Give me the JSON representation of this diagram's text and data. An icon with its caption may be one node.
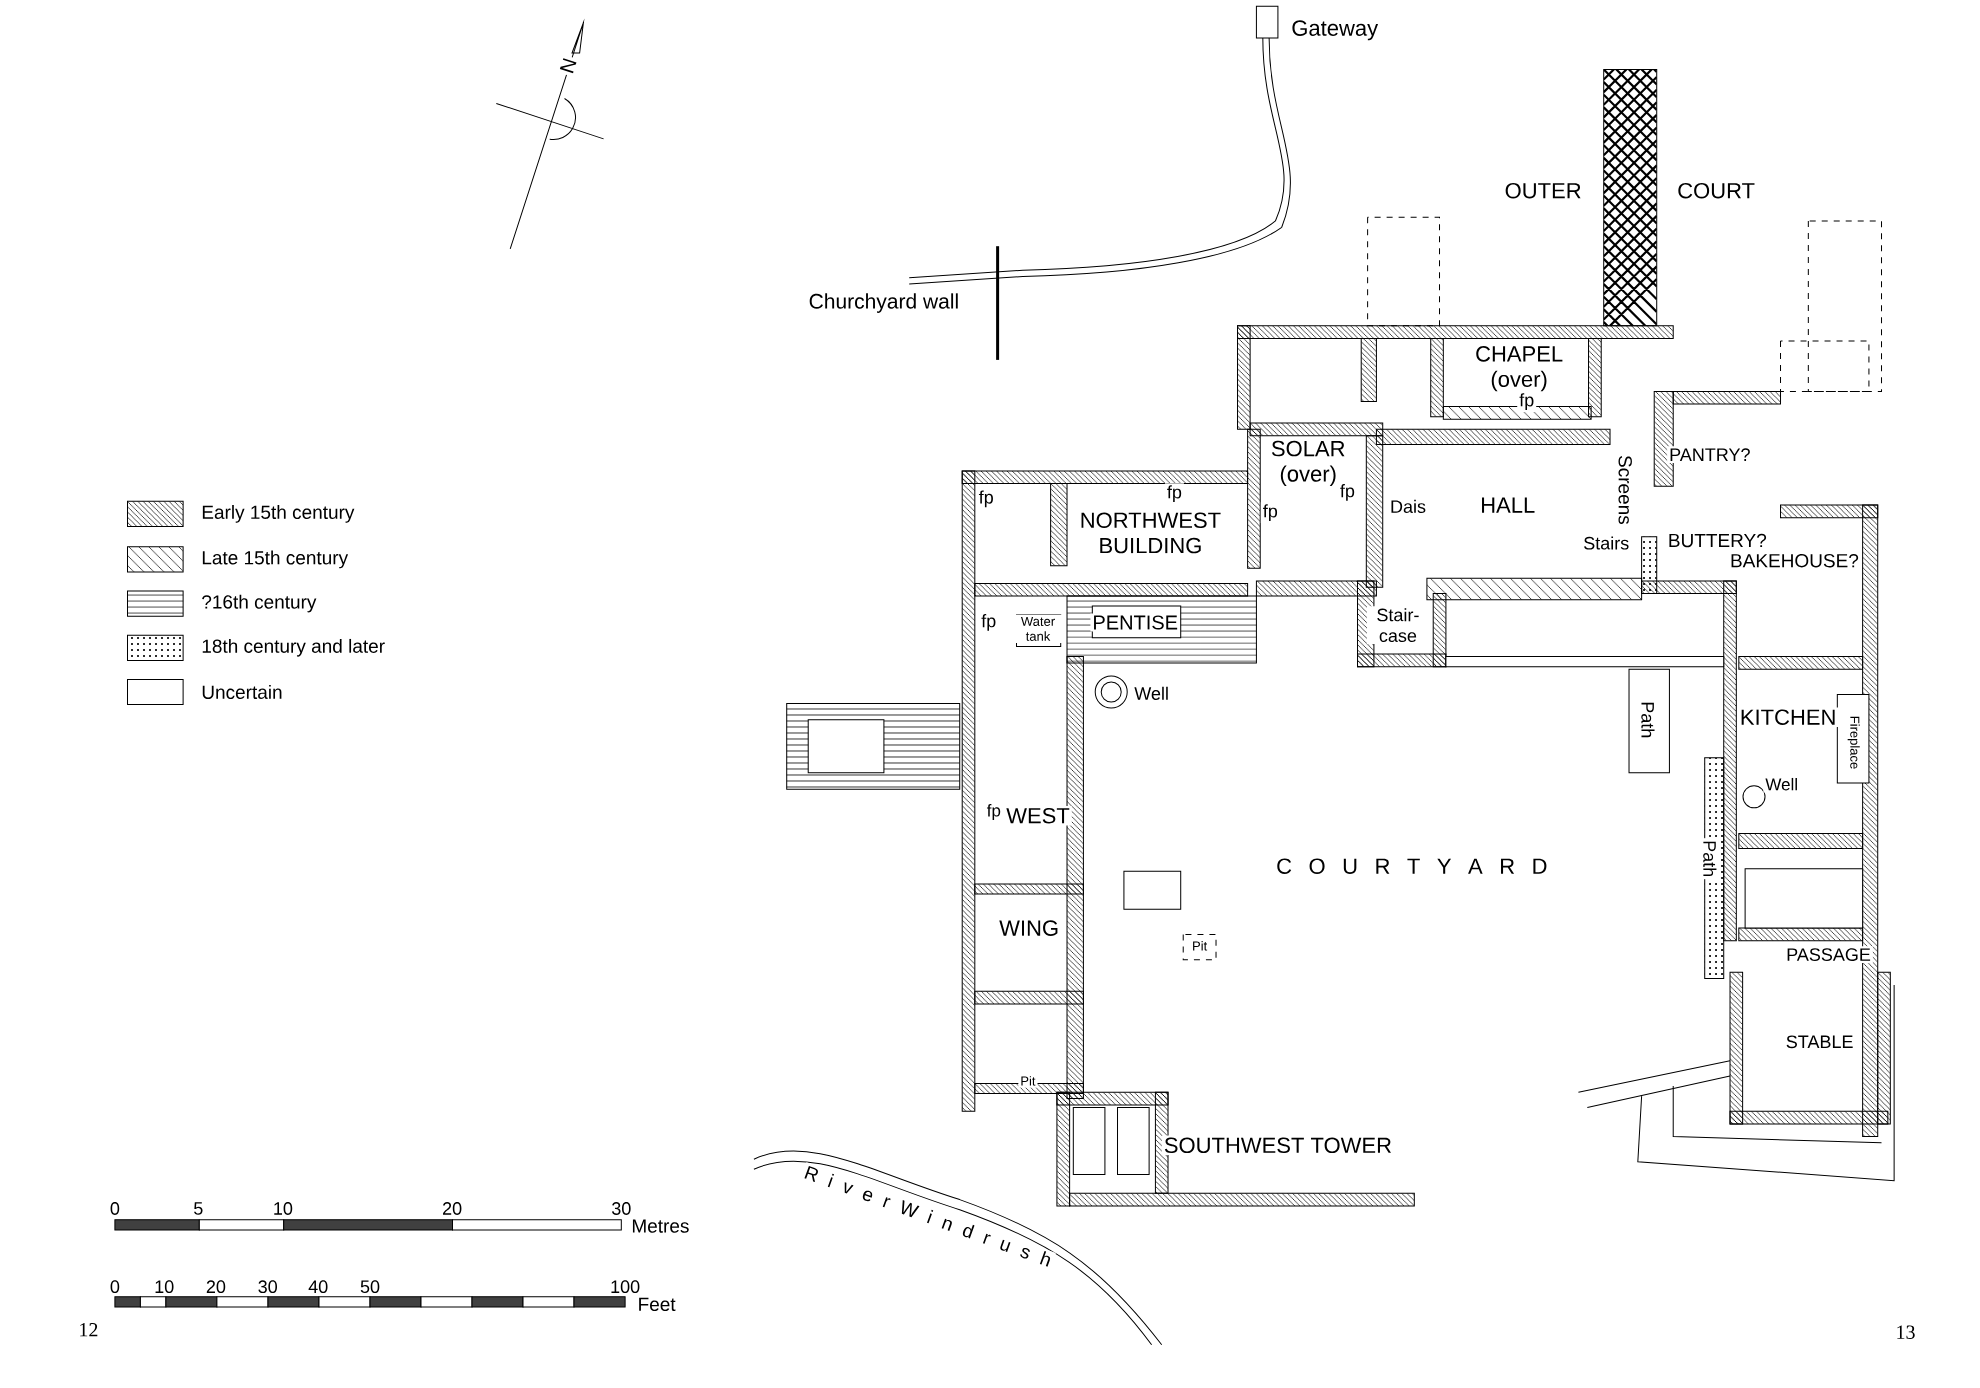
{
  "diagram": {
    "labels": [
      "N",
      "Gateway",
      "OUTER",
      "COURT",
      "Churchyard wall",
      "CHAPEL (over)",
      "fp",
      "SOLAR (over)",
      "PANTRY?",
      "fp",
      "fp",
      "fp",
      "NORTHWEST BUILDING",
      "fp",
      "Dais",
      "HALL",
      "Screens",
      "Stairs",
      "BUTTERY?",
      "BAKEHOUSE?",
      "fp",
      "Water tank",
      "PENTISE",
      "Stair- case",
      "Well",
      "Path",
      "KITCHEN",
      "Fireplace",
      "Well",
      "fp",
      "WEST",
      "C O U R T Y A R D",
      "Path",
      "WING",
      "Pit",
      "PASSAGE",
      "STABLE",
      "Pit",
      "SOUTHWEST TOWER",
      "R i v e r W i n d r u s h",
      "0",
      "5",
      "10",
      "20",
      "30",
      "Metres",
      "0",
      "10",
      "20",
      "30",
      "40",
      "50",
      "100",
      "Feet",
      "12",
      "13"
    ],
    "legend": [
      {
        "text": "Early 15th century"
      },
      {
        "text": "Late 15th century"
      },
      {
        "text": "?16th century"
      },
      {
        "text": "18th century and later"
      },
      {
        "text": "Uncertain"
      }
    ]
  }
}
